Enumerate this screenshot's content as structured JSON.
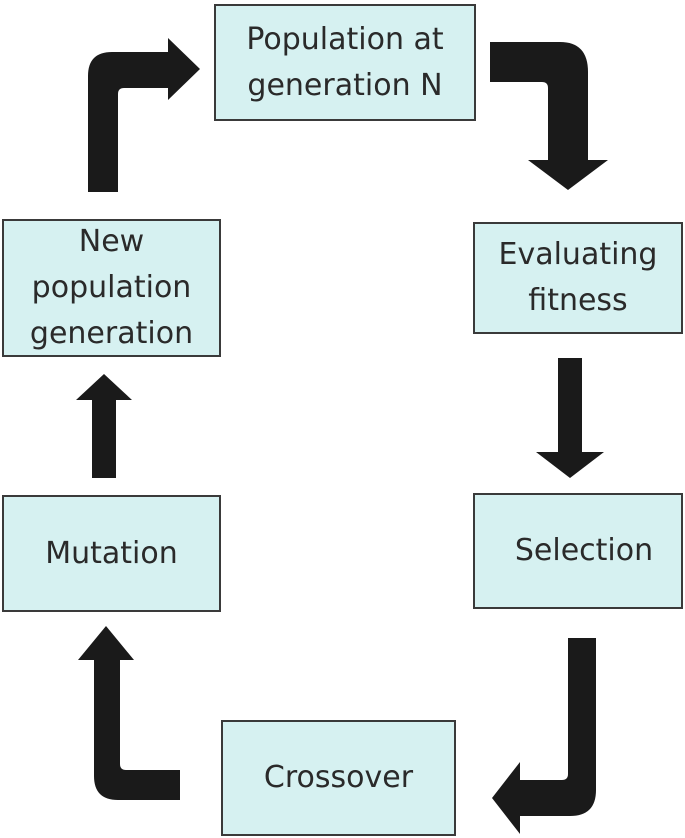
{
  "diagram": {
    "box_fill": "#d6f1f1",
    "arrow_color": "#1a1a1a",
    "nodes": {
      "population": "Population at\ngeneration N",
      "evaluating": "Evaluating\nfitness",
      "selection": "Selection",
      "crossover": "Crossover",
      "mutation": "Mutation",
      "new_population": "New\npopulation\ngeneration"
    }
  }
}
